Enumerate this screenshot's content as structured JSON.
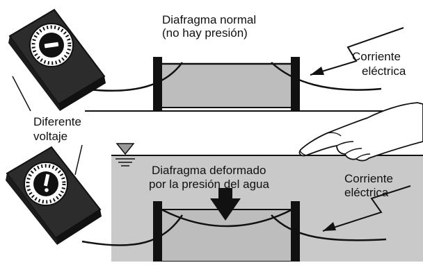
{
  "top_panel": {
    "title_line1": "Diafragma normal",
    "title_line2": "(no hay presión)",
    "current_line1": "Corriente",
    "current_line2": "eléctrica"
  },
  "middle": {
    "voltage_line1": "Diferente",
    "voltage_line2": "voltaje"
  },
  "bottom_panel": {
    "title_line1": "Diafragma deformado",
    "title_line2": "por la presión del agua",
    "current_line1": "Corriente",
    "current_line2": "eléctrica",
    "water_color": "#c9c9c9"
  },
  "icons": {
    "gauge_normal": "dash",
    "gauge_alert": "exclamation",
    "water_level": "inverted-triangle",
    "lightning": "zigzag-arrow",
    "pressure": "down-arrow",
    "hand": "pointing-hand"
  }
}
